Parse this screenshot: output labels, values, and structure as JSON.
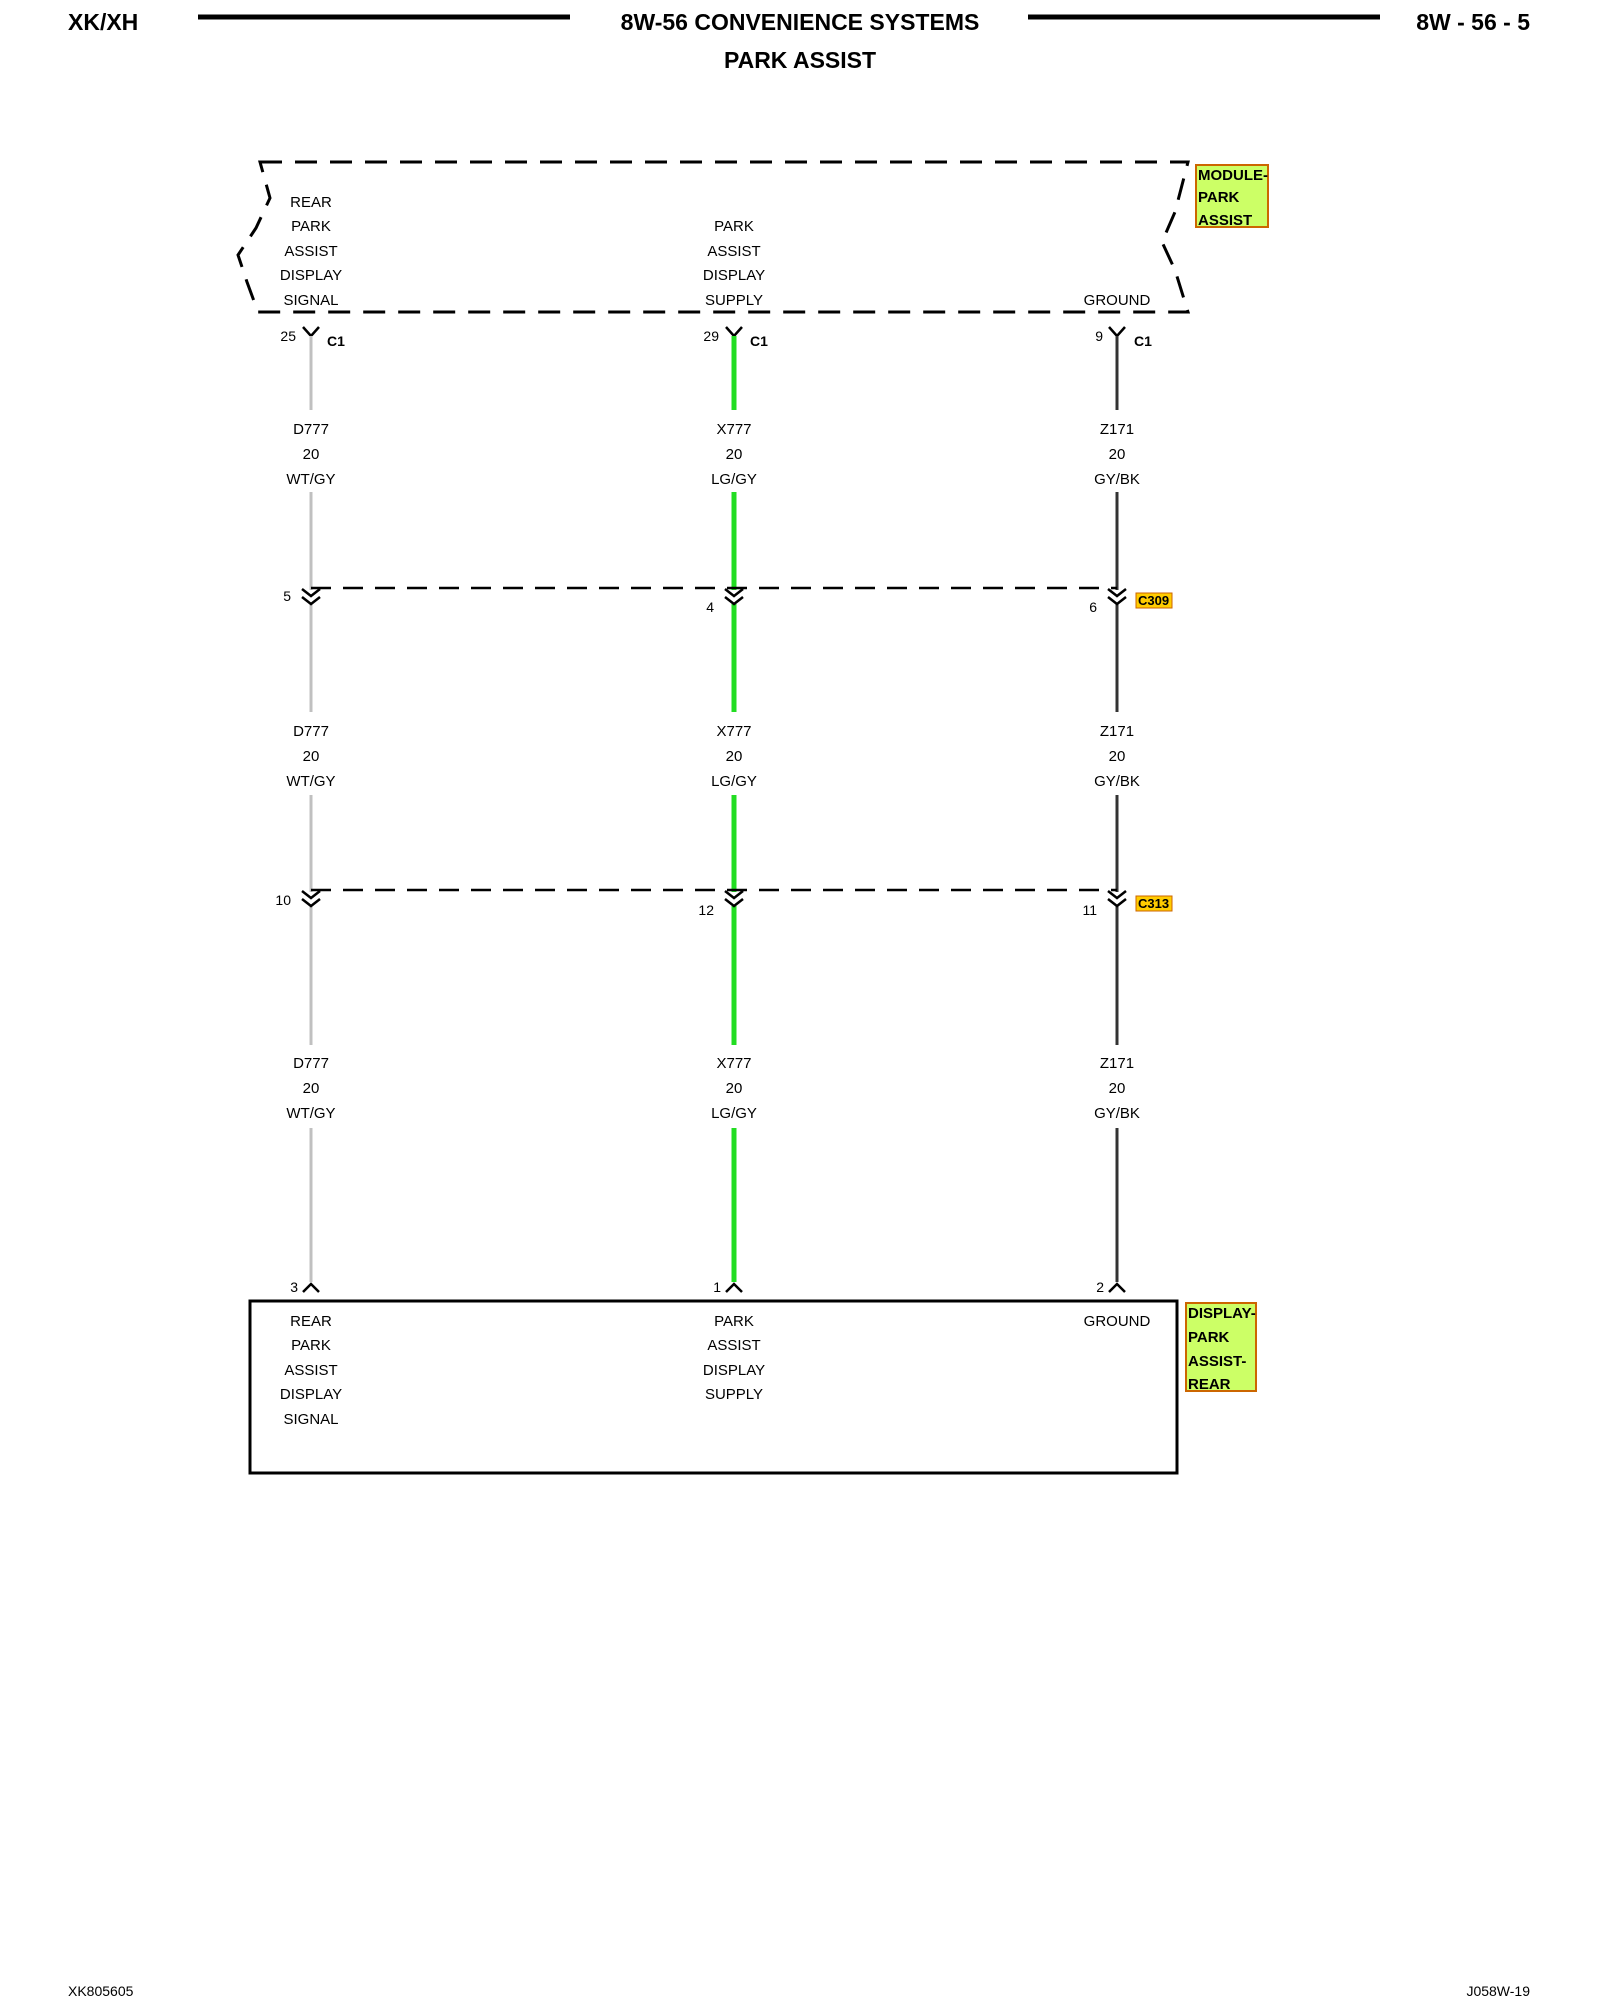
{
  "header": {
    "left": "XK/XH",
    "title": "8W-56 CONVENIENCE SYSTEMS",
    "subtitle": "PARK ASSIST",
    "right": "8W - 56 - 5"
  },
  "footer": {
    "left": "XK805605",
    "right": "J058W-19"
  },
  "colors": {
    "component_tag_fill": "#ccff66",
    "component_tag_border": "#cc6600",
    "connector_tag_fill": "#ffcc00",
    "wire_wt_gy": "#c0c0c0",
    "wire_lg_gy": "#22dd22",
    "wire_gy_bk": "#333333"
  },
  "module": {
    "tag": [
      "MODULE-",
      "PARK",
      "ASSIST"
    ],
    "functions": [
      [
        "REAR",
        "PARK",
        "ASSIST",
        "DISPLAY",
        "SIGNAL"
      ],
      [
        "PARK",
        "ASSIST",
        "DISPLAY",
        "SUPPLY"
      ],
      [
        "GROUND"
      ]
    ],
    "pins": [
      "25",
      "29",
      "9"
    ],
    "connector": "C1"
  },
  "wire_labels": [
    {
      "circuit": "D777",
      "gauge": "20",
      "color": "WT/GY"
    },
    {
      "circuit": "X777",
      "gauge": "20",
      "color": "LG/GY"
    },
    {
      "circuit": "Z171",
      "gauge": "20",
      "color": "GY/BK"
    }
  ],
  "inline_connectors": [
    {
      "name": "C309",
      "pins": [
        "5",
        "4",
        "6"
      ]
    },
    {
      "name": "C313",
      "pins": [
        "10",
        "12",
        "11"
      ]
    }
  ],
  "display": {
    "tag": [
      "DISPLAY-",
      "PARK",
      "ASSIST-",
      "REAR"
    ],
    "pins": [
      "3",
      "1",
      "2"
    ],
    "functions": [
      [
        "REAR",
        "PARK",
        "ASSIST",
        "DISPLAY",
        "SIGNAL"
      ],
      [
        "PARK",
        "ASSIST",
        "DISPLAY",
        "SUPPLY"
      ],
      [
        "GROUND"
      ]
    ]
  }
}
